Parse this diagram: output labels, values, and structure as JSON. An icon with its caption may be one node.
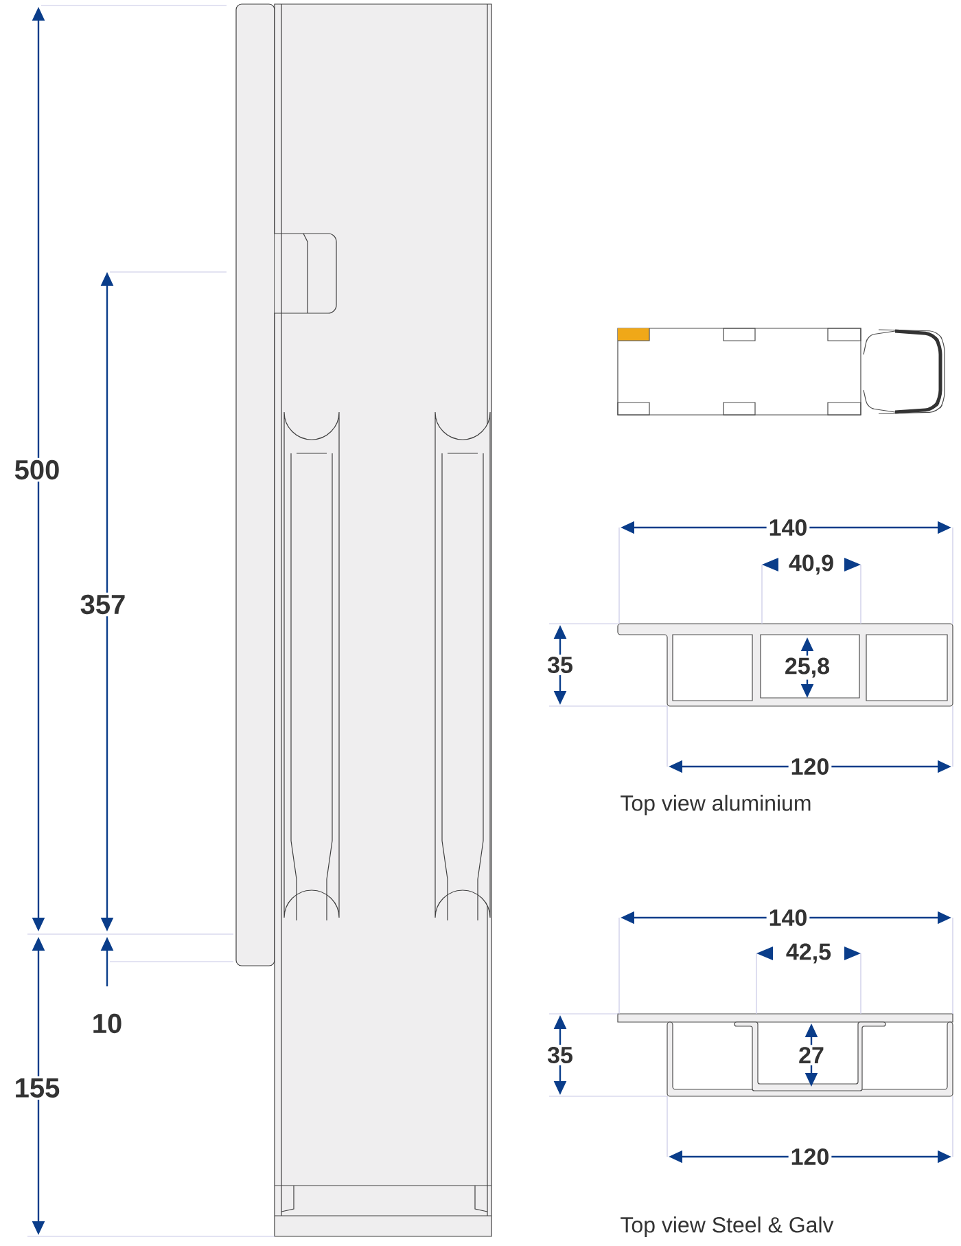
{
  "diagram": {
    "labels": [
      "500",
      "357",
      "10",
      "155",
      "140",
      "40,9",
      "35",
      "25,8",
      "120",
      "Top view aluminium",
      "140",
      "42,5",
      "35",
      "27",
      "120",
      "Top view Steel & Galv"
    ]
  }
}
